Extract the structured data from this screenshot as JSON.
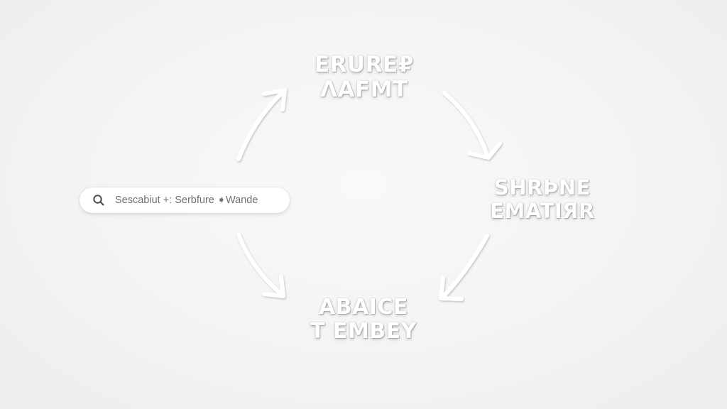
{
  "search": {
    "icon": "search-icon",
    "text": "Sescabiut +: Serbfure ➧Wande"
  },
  "nodes": {
    "top": {
      "line1": "ERURE₽",
      "line2": "ΛAFMT"
    },
    "right": {
      "line1": "SHRÞNE",
      "line2": "EMATIЯR"
    },
    "bottom": {
      "line1": "ABAICE",
      "line2": "T EMBEY"
    }
  },
  "colors": {
    "background": "#f3f4f4",
    "node_text": "#ffffff",
    "arrow": "#ffffff",
    "search_text": "#6c6f73"
  }
}
